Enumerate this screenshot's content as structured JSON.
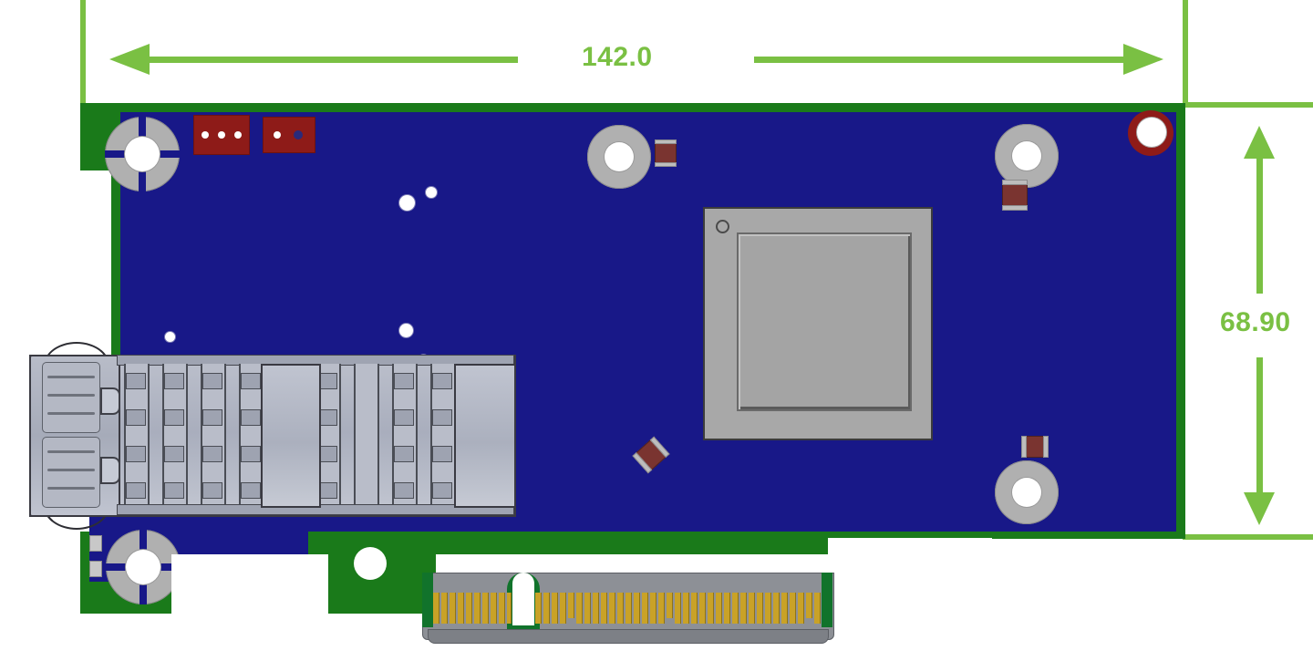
{
  "drawing": {
    "type": "mechanical-dimension-drawing",
    "subject": "PCIe low-profile network adapter card",
    "units": "mm",
    "dimensions": {
      "width": {
        "label": "142.0",
        "value": 142.0,
        "orientation": "horizontal"
      },
      "height": {
        "label": "68.90",
        "value": 68.9,
        "orientation": "vertical"
      }
    },
    "colors": {
      "dimension": "#7ac043",
      "pcb_solder_mask": "#181888",
      "pcb_edge": "#1a7a1a",
      "gold_finger": "#c9a227",
      "metal": "#b0b0b0",
      "component_red": "#8e1b18",
      "background": "#ffffff"
    }
  },
  "board": {
    "name": "pcb",
    "mounting_holes": [
      {
        "id": "hole-top-left",
        "style": "cross-slot"
      },
      {
        "id": "hole-top-center",
        "style": "plain"
      },
      {
        "id": "hole-top-right",
        "style": "plain"
      },
      {
        "id": "hole-corner-right",
        "style": "red-pad"
      },
      {
        "id": "hole-bottom-left",
        "style": "cross-slot"
      },
      {
        "id": "hole-bottom-right",
        "style": "plain"
      },
      {
        "id": "hole-bracket-tab",
        "style": "white"
      }
    ],
    "headers": [
      {
        "id": "header-3pin",
        "pins": 3
      },
      {
        "id": "header-2pin",
        "pins": 2
      }
    ],
    "chip": {
      "id": "main-asic",
      "package": "BGA",
      "pin1_marker": true
    },
    "smd_components": [
      {
        "id": "smd-top-center",
        "orientation": "vertical"
      },
      {
        "id": "smd-top-right",
        "orientation": "vertical"
      },
      {
        "id": "smd-mid-right",
        "orientation": "horizontal"
      },
      {
        "id": "smd-rotated",
        "orientation": "diagonal"
      }
    ],
    "vias": 5
  },
  "cage": {
    "name": "sfp-plus-cage",
    "features": [
      "faceplate-vents",
      "emi-latches",
      "heatsink-fins",
      "solid-end-block"
    ],
    "vent_slots": 2,
    "fin_columns": 10
  },
  "edge_connector": {
    "name": "pcie-edge-connector",
    "segments": [
      {
        "id": "x1-segment",
        "fingers": 11
      },
      {
        "id": "main-segment",
        "fingers": 38
      }
    ],
    "notch": true
  }
}
